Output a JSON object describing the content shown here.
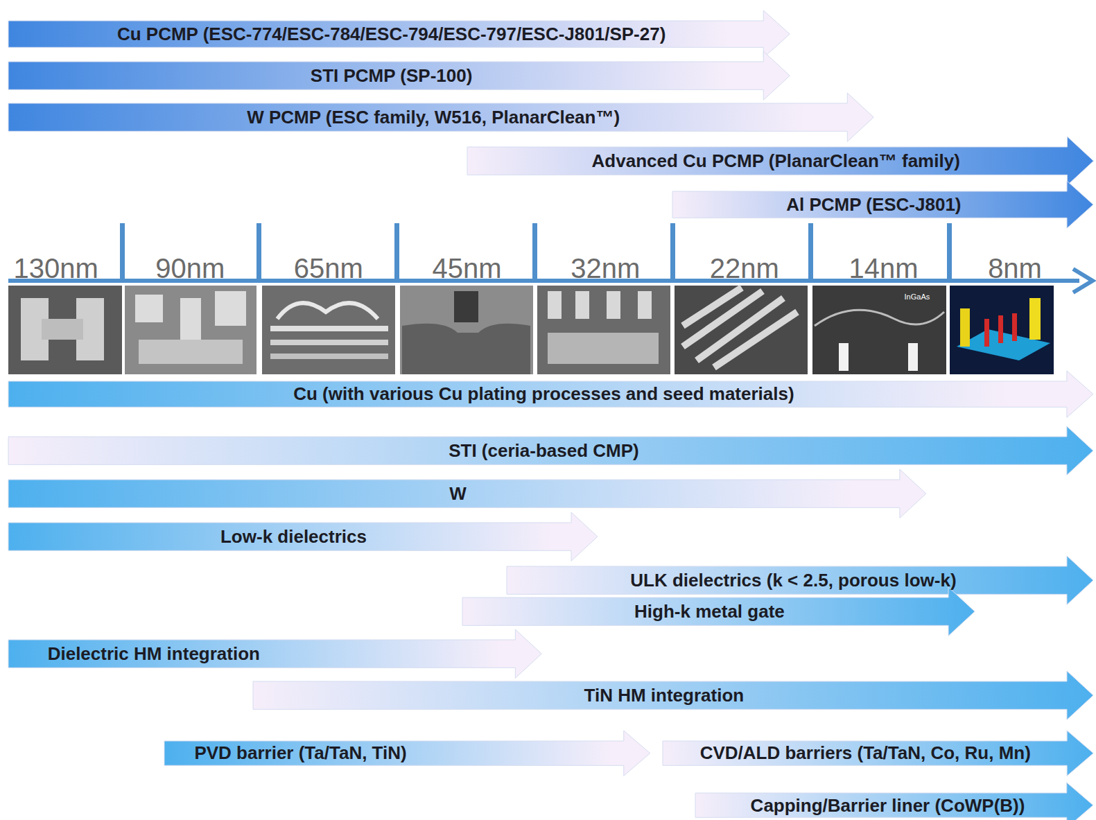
{
  "diagram": {
    "nodes": [
      {
        "text": [
          "Cu PCMP (ESC-774/ESC-784/ESC-794/ESC-797/ESC-J801/SP-27)"
        ]
      },
      {
        "text": [
          "STI PCMP (SP-100)"
        ]
      },
      {
        "text": [
          "W PCMP (ESC family, W516, PlanarClean™)"
        ]
      },
      {
        "text": [
          "Advanced Cu PCMP (PlanarClean™ family)"
        ]
      },
      {
        "text": [
          "Al PCMP (ESC-J801)"
        ]
      },
      {
        "text": [
          "Cu (with various Cu plating processes and seed materials)"
        ]
      },
      {
        "text": [
          "STI (ceria-based CMP)"
        ]
      },
      {
        "text": [
          "W"
        ]
      },
      {
        "text": [
          "Low-k dielectrics"
        ]
      },
      {
        "text": [
          "ULK dielectrics (k < 2.5, porous low-k)"
        ]
      },
      {
        "text": [
          "High-k metal gate"
        ]
      },
      {
        "text": [
          "Dielectric HM integration"
        ]
      },
      {
        "text": [
          "TiN HM integration"
        ]
      },
      {
        "text": [
          "PVD barrier (Ta/TaN, TiN)"
        ]
      },
      {
        "text": [
          "CVD/ALD barriers (Ta/TaN, Co, Ru, Mn)"
        ]
      },
      {
        "text": [
          "Capping/Barrier liner (CoWP(B))"
        ]
      }
    ],
    "labels": [
      "130nm",
      "90nm",
      "65nm",
      "45nm",
      "32nm",
      "22nm",
      "14nm",
      "8nm",
      "InGaAs"
    ]
  }
}
